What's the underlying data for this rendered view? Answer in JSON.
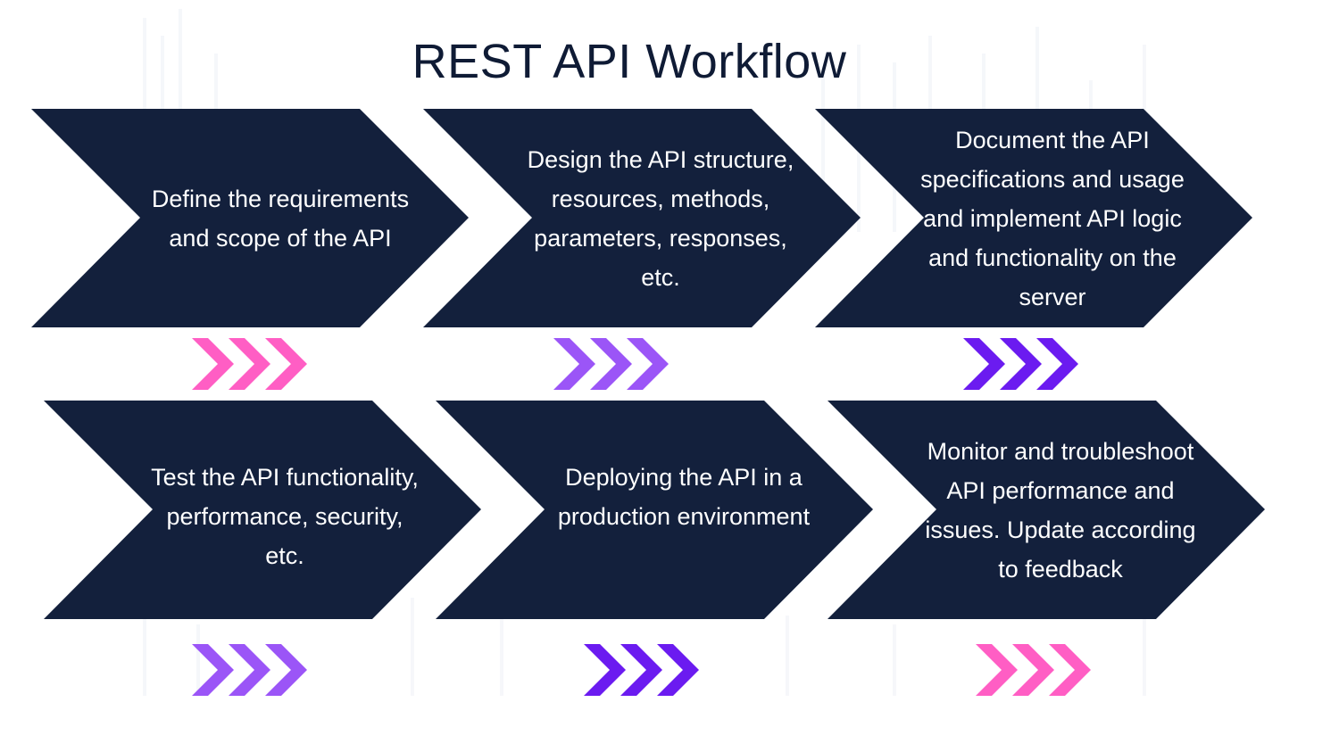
{
  "title": "REST API Workflow",
  "colors": {
    "shape_fill": "#13203c",
    "pink": "#ff5ec4",
    "violet": "#9b55f7",
    "purple": "#6b1bf0"
  },
  "steps": [
    {
      "text": "Define the requirements\nand scope of the API"
    },
    {
      "text": "Design the API structure,\nresources, methods,\nparameters, responses,\netc."
    },
    {
      "text": "Document the API\nspecifications and usage\nand implement API logic\nand functionality on the\nserver"
    },
    {
      "text": "Test the API functionality,\nperformance, security,\netc."
    },
    {
      "text": "Deploying the API in a\nproduction environment"
    },
    {
      "text": "Monitor and troubleshoot\nAPI performance and\nissues. Update according\nto feedback"
    }
  ],
  "chevron_groups": [
    {
      "color": "pink"
    },
    {
      "color": "violet"
    },
    {
      "color": "purple"
    },
    {
      "color": "violet"
    },
    {
      "color": "purple"
    },
    {
      "color": "pink"
    }
  ]
}
